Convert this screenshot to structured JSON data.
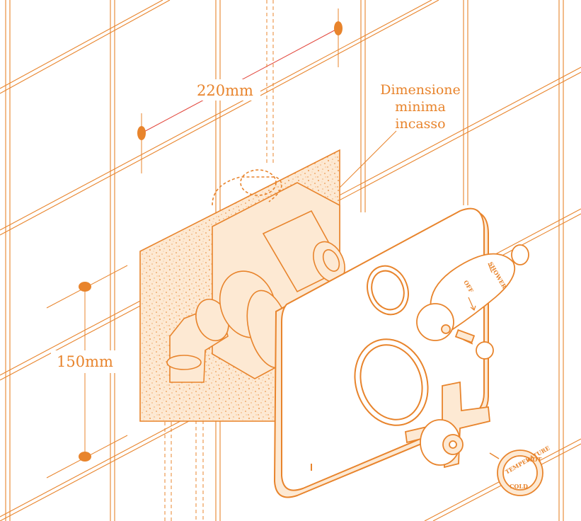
{
  "labels": {
    "width_dimension": "220mm",
    "height_dimension": "150mm",
    "note_line1": "Dimensione",
    "note_line2": "minima",
    "note_line3": "incasso"
  },
  "lever_markings": {
    "shower": "SHOWER",
    "off": "OFF"
  },
  "temperature_cap": {
    "hot": "HOT",
    "temperature": "TEMPERATURE",
    "cold": "COLD"
  },
  "colors": {
    "line": "#e8842c",
    "fill": "#fde9d3",
    "accent_red": "#e2453a",
    "background": "#ffffff"
  },
  "icons": {
    "dimension_marker": "dot",
    "hot_arrow": "arrow",
    "off_arrow": "arrow"
  }
}
